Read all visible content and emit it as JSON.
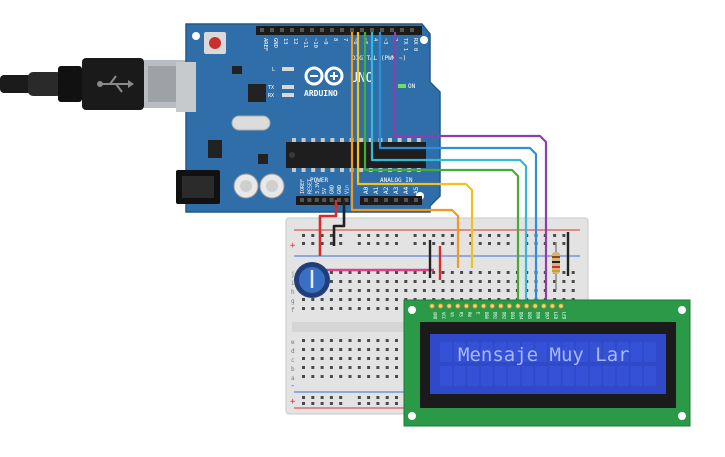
{
  "board": {
    "brand": "ARDUINO",
    "model": "UNO",
    "digital_label": "DIGITAL (PWM ~)",
    "power_label": "POWER",
    "analog_label": "ANALOG IN",
    "on_label": "ON",
    "led_labels": [
      "L",
      "TX",
      "RX"
    ],
    "top_pins": [
      "AREF",
      "GND",
      "13",
      "12",
      "~11",
      "~10",
      "~9",
      "8",
      "7",
      "~6",
      "~5",
      "4",
      "~3",
      "2",
      "TX 1",
      "RX 0"
    ],
    "power_pins": [
      "IOREF",
      "RESET",
      "3.3V",
      "5V",
      "GND",
      "GND",
      "Vin"
    ],
    "analog_pins": [
      "A0",
      "A1",
      "A2",
      "A3",
      "A4",
      "A5"
    ],
    "color": "#2f6ea8"
  },
  "lcd": {
    "text": "Mensaje Muy Lar",
    "pins": [
      "GND",
      "VCC",
      "V0",
      "RS",
      "RW",
      "E",
      "DB0",
      "DB1",
      "DB2",
      "DB3",
      "DB4",
      "DB5",
      "DB6",
      "DB7",
      "LED",
      "LED"
    ],
    "pcb_color": "#2a9a48",
    "screen_color": "#2f49c8",
    "text_color": "#a8b8ff"
  },
  "breadboard": {
    "row_letters_top": [
      "j",
      "i",
      "h",
      "g",
      "f"
    ],
    "row_letters_bottom": [
      "e",
      "d",
      "c",
      "b",
      "a"
    ],
    "rail_plus": "+",
    "rail_minus": "-"
  },
  "wires": {
    "orange": "#f39a1e",
    "yellow": "#f2c21a",
    "green": "#44ad3a",
    "cyan": "#34b9d6",
    "blue": "#2f8fd6",
    "purple": "#8a3fb0",
    "red": "#d42b2b",
    "black": "#222222",
    "pink": "#d8408c"
  }
}
